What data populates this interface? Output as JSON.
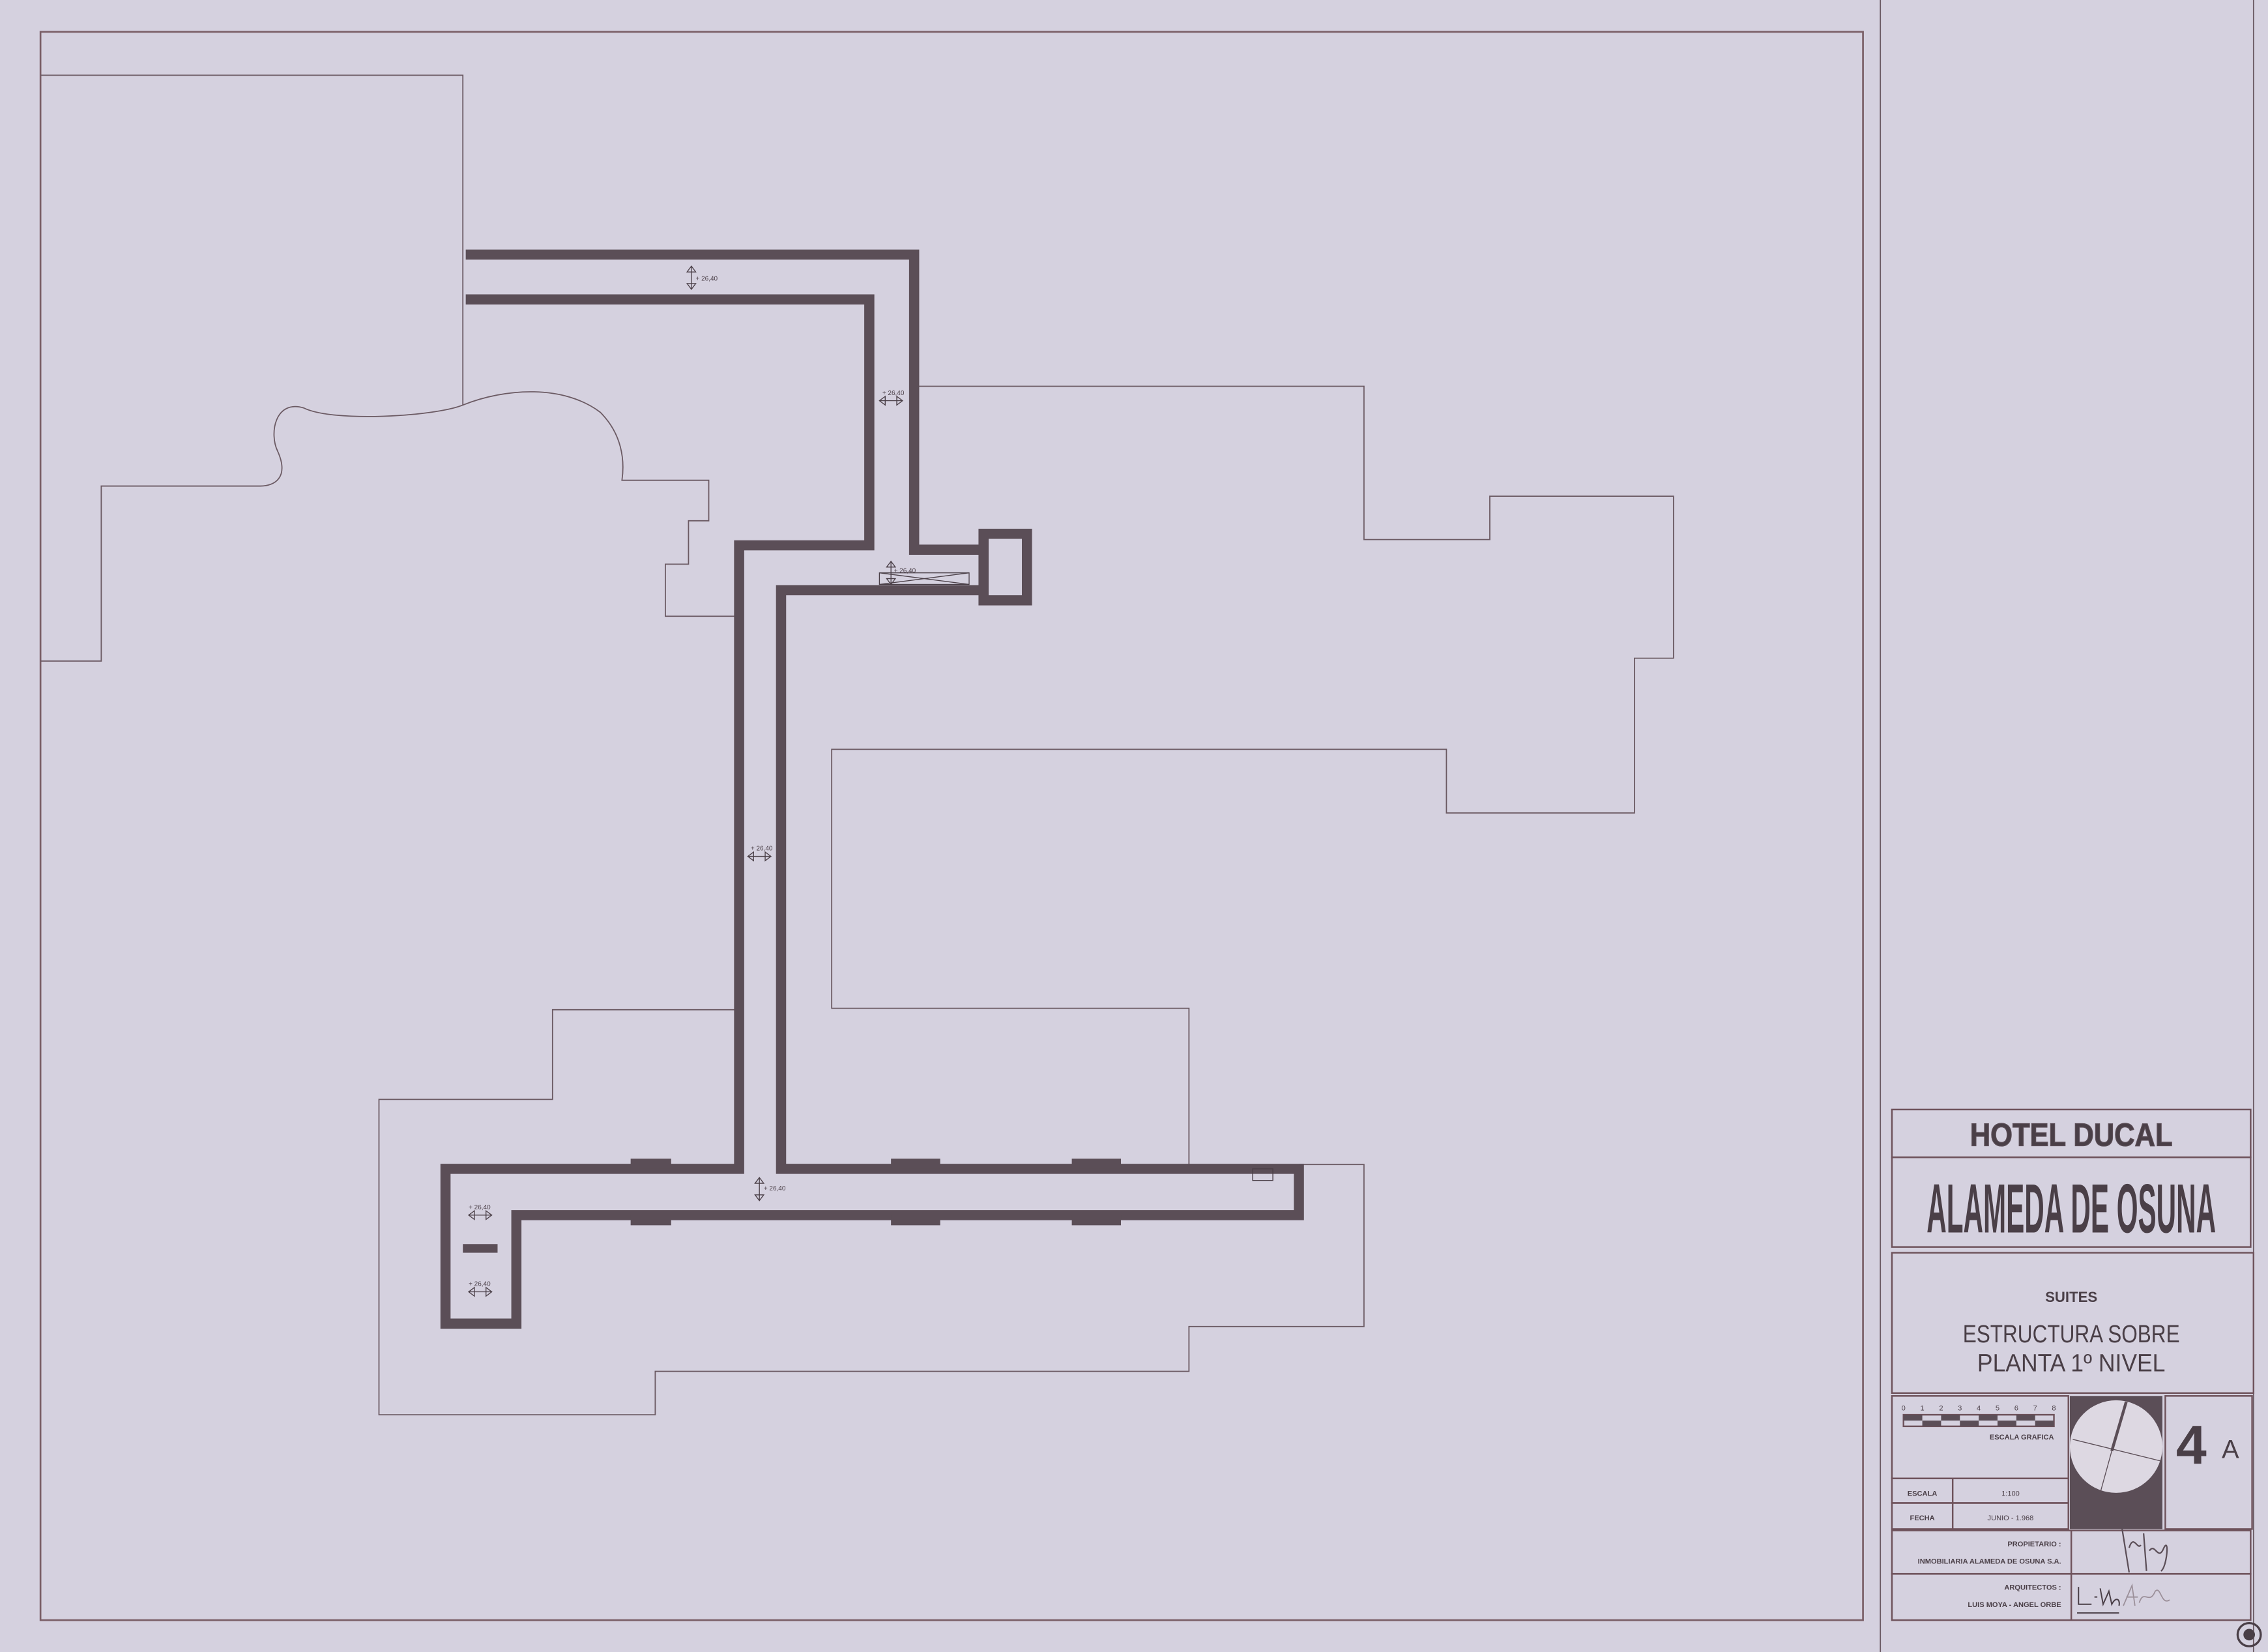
{
  "drawing": {
    "level_labels": [
      "+ 26,40",
      "+ 26,40",
      "+ 26,40",
      "+ 26,40",
      "+ 26,40",
      "+ 26,40",
      "+ 26,40"
    ]
  },
  "title_block": {
    "hotel": "HOTEL DUCAL",
    "project": "ALAMEDA DE OSUNA",
    "section": "SUITES",
    "title_line1": "ESTRUCTURA SOBRE",
    "title_line2": "PLANTA 1º NIVEL",
    "scale_ticks": [
      "0",
      "1",
      "2",
      "3",
      "4",
      "5",
      "6",
      "7",
      "8"
    ],
    "scale_caption": "ESCALA GRAFICA",
    "escala_label": "ESCALA",
    "escala_value": "1:100",
    "fecha_label": "FECHA",
    "fecha_value": "JUNIO - 1.968",
    "sheet_number": "4",
    "sheet_suffix": "A",
    "propietario_label": "PROPIETARIO :",
    "propietario_value": "INMOBILIARIA ALAMEDA DE OSUNA S.A.",
    "arquitectos_label": "ARQUITECTOS :",
    "arquitectos_value": "LUIS MOYA - ANGEL ORBE",
    "signatures": [
      "L. Moya",
      "Orbe"
    ]
  },
  "colors": {
    "paper": "#d5d1df",
    "ink": "#5b4e57"
  }
}
